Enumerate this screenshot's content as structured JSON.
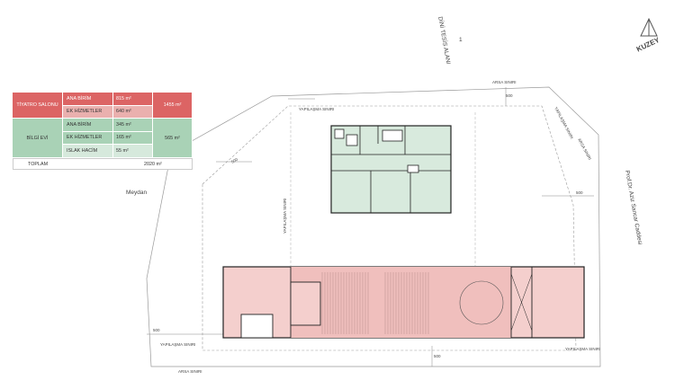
{
  "table": {
    "rows": [
      {
        "group": "TİYATRO SALONU",
        "item": "ANA BİRİM",
        "area": "815 m²",
        "total": "1455 m²"
      },
      {
        "group": "",
        "item": "EK HİZMETLER",
        "area": "640 m²",
        "total": ""
      },
      {
        "group": "BİLGİ EVİ",
        "item": "ANA BİRİM",
        "area": "345 m²",
        "total": "565 m²"
      },
      {
        "group": "",
        "item": "EK HİZMETLER",
        "area": "165 m²",
        "total": ""
      },
      {
        "group": "",
        "item": "ISLAK HACİM",
        "area": "55 m²",
        "total": ""
      }
    ],
    "total_label": "TOPLAM",
    "total_value": "2020 m²"
  },
  "labels": {
    "top_area": "DİNİ TESİS ALANI",
    "top_area_number": "1",
    "meydan": "Meydan",
    "street": "Prof.Dr. Aziz Sancar Caddesi",
    "arsa_siniri": "ARSA SINIRI",
    "yapilasma_siniri": "YAPILAŞMA SINIRI",
    "dim_500": "500",
    "dim_100": "100"
  },
  "logo": {
    "text": "KUZEY"
  },
  "colors": {
    "red_dark": "#dc6464",
    "red_light": "#eab0ae",
    "red_plan": "#f4cfcd",
    "green_dark": "#a9d2b6",
    "green_light": "#d6e9dc",
    "green_plan": "#d8eadd"
  }
}
